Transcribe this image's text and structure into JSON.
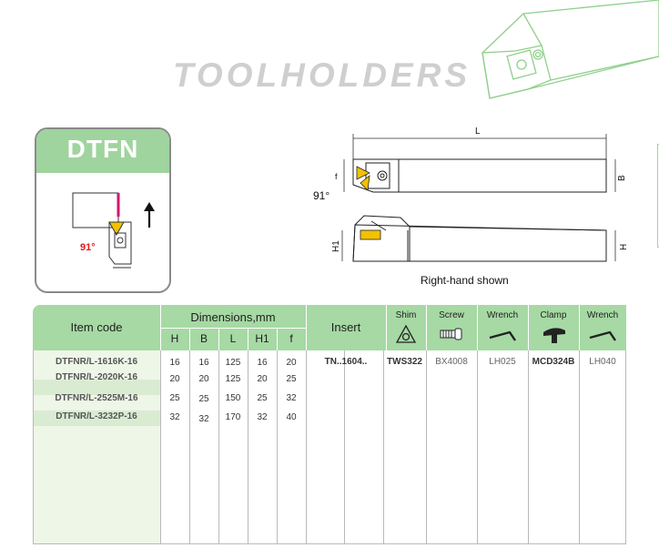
{
  "header": {
    "title": "TOOLHOLDERS"
  },
  "card": {
    "code": "DTFN",
    "angle": "91°"
  },
  "drawing": {
    "length_label": "L",
    "f_label": "f",
    "angle_label": "91°",
    "b_label": "B",
    "h1_label": "H1",
    "h_label": "H",
    "caption": "Right-hand shown"
  },
  "table": {
    "item_code_label": "Item code",
    "dimensions_label": "Dimensions,mm",
    "dim_cols": [
      "H",
      "B",
      "L",
      "H1",
      "f"
    ],
    "insert_label": "Insert",
    "shim_label": "Shim",
    "screw_label": "Screw",
    "wrench_label": "Wrench",
    "clamp_label": "Clamp",
    "wrench2_label": "Wrench",
    "rows": [
      {
        "code": "DTFNR/L-1616K-16",
        "H": "16",
        "B": "16",
        "L": "125",
        "H1": "16",
        "f": "20"
      },
      {
        "code": "DTFNR/L-2020K-16",
        "H": "20",
        "B": "20",
        "L": "125",
        "H1": "20",
        "f": "25"
      },
      {
        "code": "DTFNR/L-2525M-16",
        "H": "25",
        "B": "25",
        "L": "150",
        "H1": "25",
        "f": "32"
      },
      {
        "code": "DTFNR/L-3232P-16",
        "H": "32",
        "B": "32",
        "L": "170",
        "H1": "32",
        "f": "40"
      }
    ],
    "insert": "TN..1604..",
    "shim": "TWS322",
    "screw": "BX4008",
    "wrench": "LH025",
    "clamp": "MCD324B",
    "wrench2": "LH040"
  }
}
